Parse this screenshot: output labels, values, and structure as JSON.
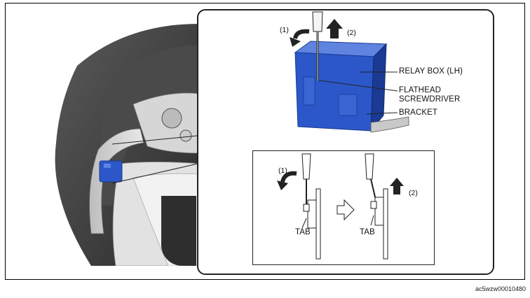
{
  "callouts": {
    "relay_box": "RELAY BOX (LH)",
    "screwdriver_line1": "FLATHEAD",
    "screwdriver_line2": "SCREWDRIVER",
    "bracket": "BRACKET"
  },
  "steps": {
    "step1": "(1)",
    "step2": "(2)"
  },
  "detail": {
    "tab_left": "TAB",
    "tab_right": "TAB",
    "step1": "(1)",
    "step2": "(2)"
  },
  "figure_code": "ac5wzw00010480",
  "colors": {
    "relay_box": "#2b57c8",
    "relay_box_dark": "#1a3a93",
    "tire": "#3b3b3b",
    "panel": "#cfcfcf"
  },
  "icons": {
    "rotate_arrow": "rotate-arrow-icon",
    "lift_arrow": "lift-arrow-icon",
    "next_step_arrow": "next-step-arrow-icon"
  }
}
